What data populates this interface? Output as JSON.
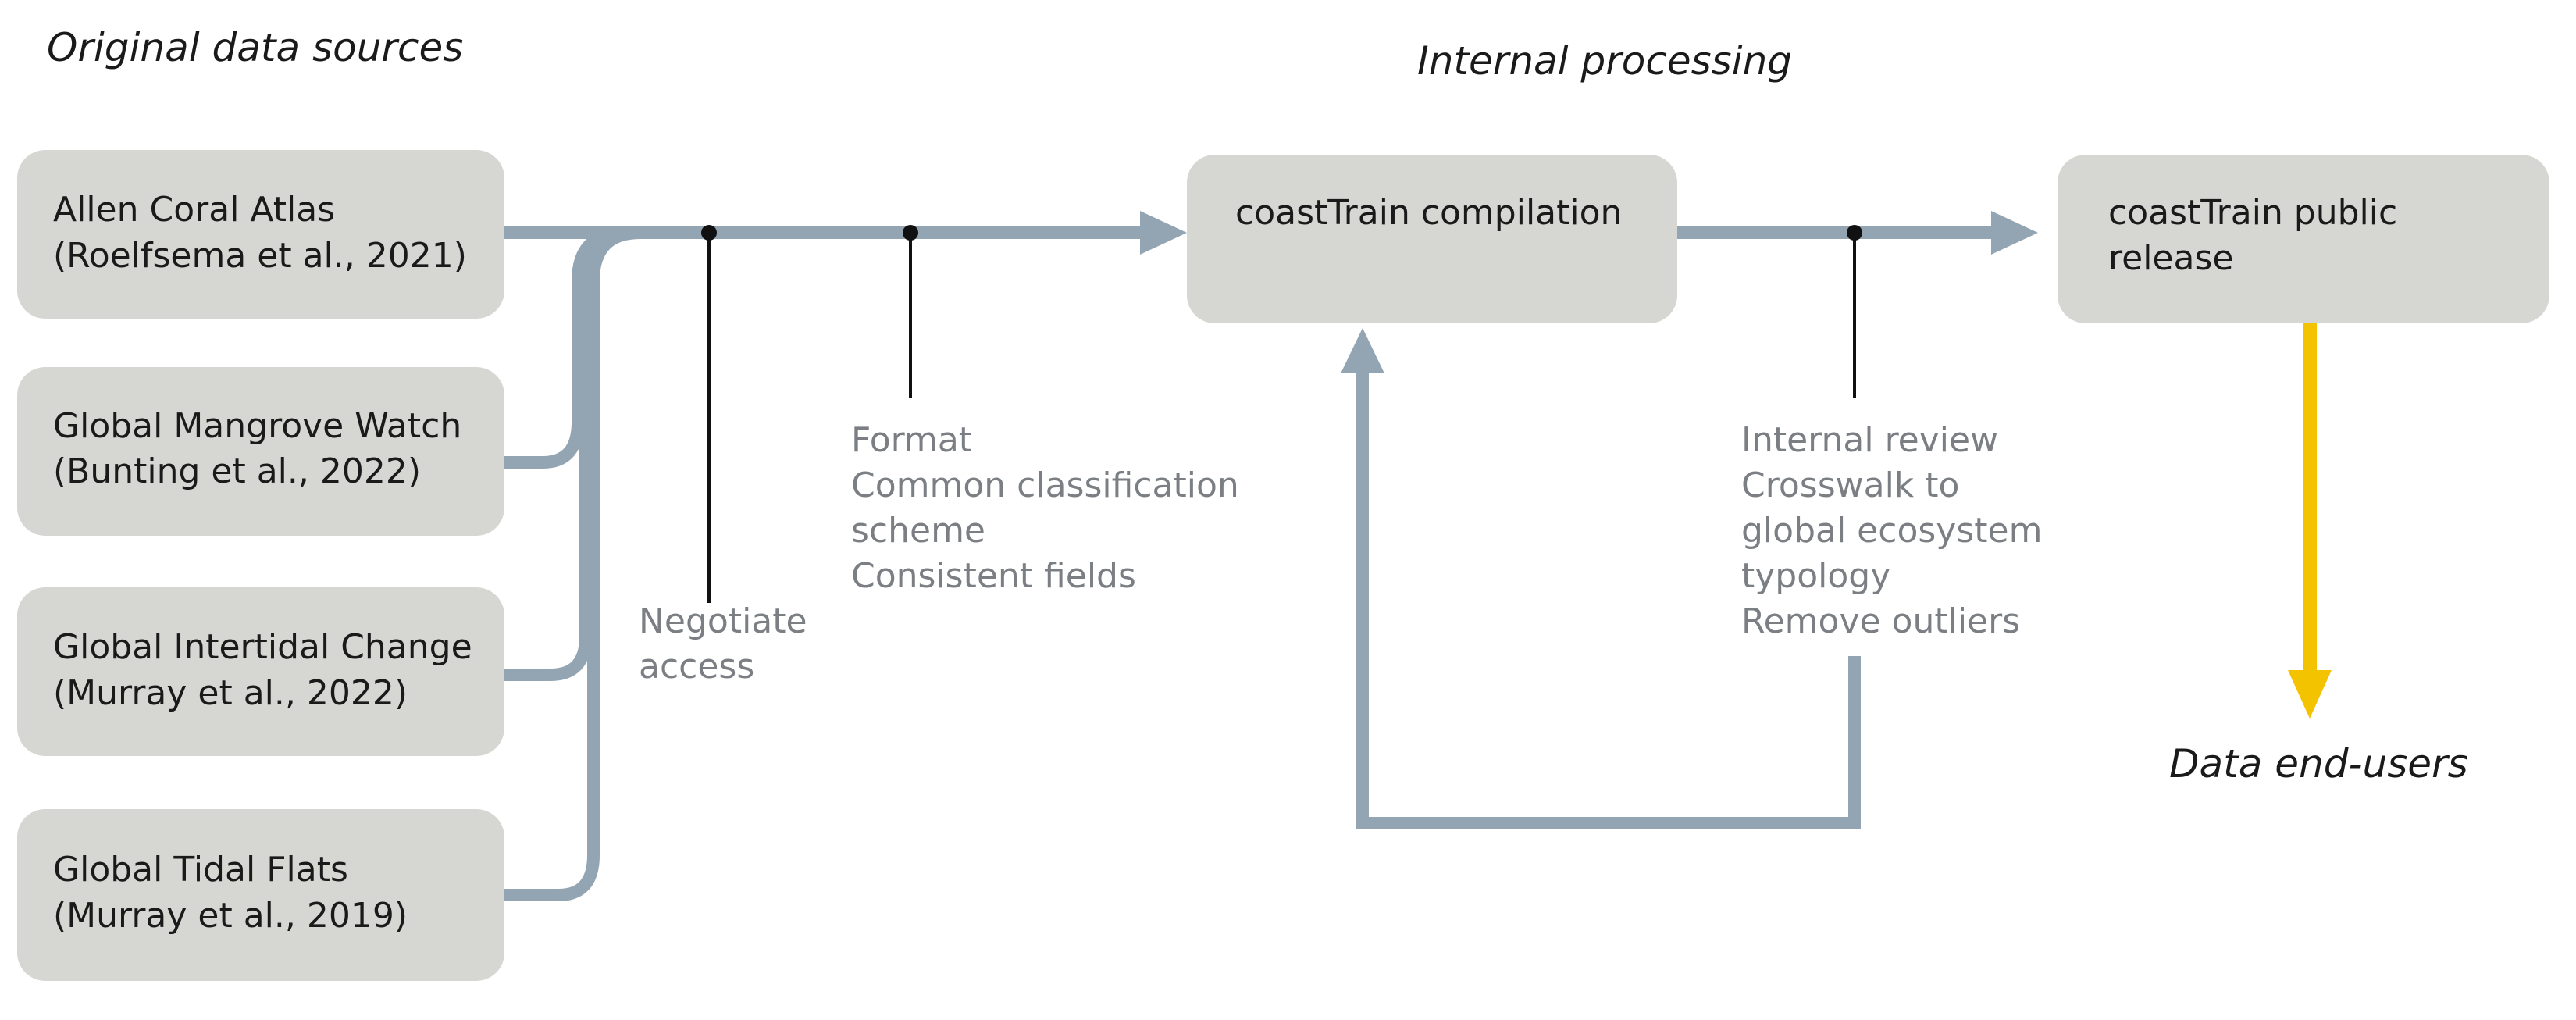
{
  "headings": {
    "sources": "Original data sources",
    "internal": "Internal processing",
    "end_users": "Data end-users"
  },
  "sources": [
    {
      "line1": "Allen Coral Atlas",
      "line2": "(Roelfsema et al., 2021)"
    },
    {
      "line1": "Global Mangrove Watch",
      "line2": "(Bunting et al., 2022)"
    },
    {
      "line1": "Global Intertidal Change",
      "line2": "(Murray et al., 2022)"
    },
    {
      "line1": "Global Tidal Flats",
      "line2": "(Murray et al., 2019)"
    }
  ],
  "compilation": {
    "label": "coastTrain compilation"
  },
  "release": {
    "line1": "coastTrain public",
    "line2": "release"
  },
  "notes": {
    "negotiate": [
      "Negotiate",
      "access"
    ],
    "format": [
      "Format",
      "Common classification",
      "scheme",
      "Consistent fields"
    ],
    "review": [
      "Internal review",
      "Crosswalk to",
      "global ecosystem",
      "typology",
      "Remove outliers"
    ]
  },
  "colors": {
    "box_fill": "#d6d7d2",
    "flow_line": "#93a5b3",
    "output_arrow": "#f3c300",
    "note_text": "#7b7f84"
  }
}
